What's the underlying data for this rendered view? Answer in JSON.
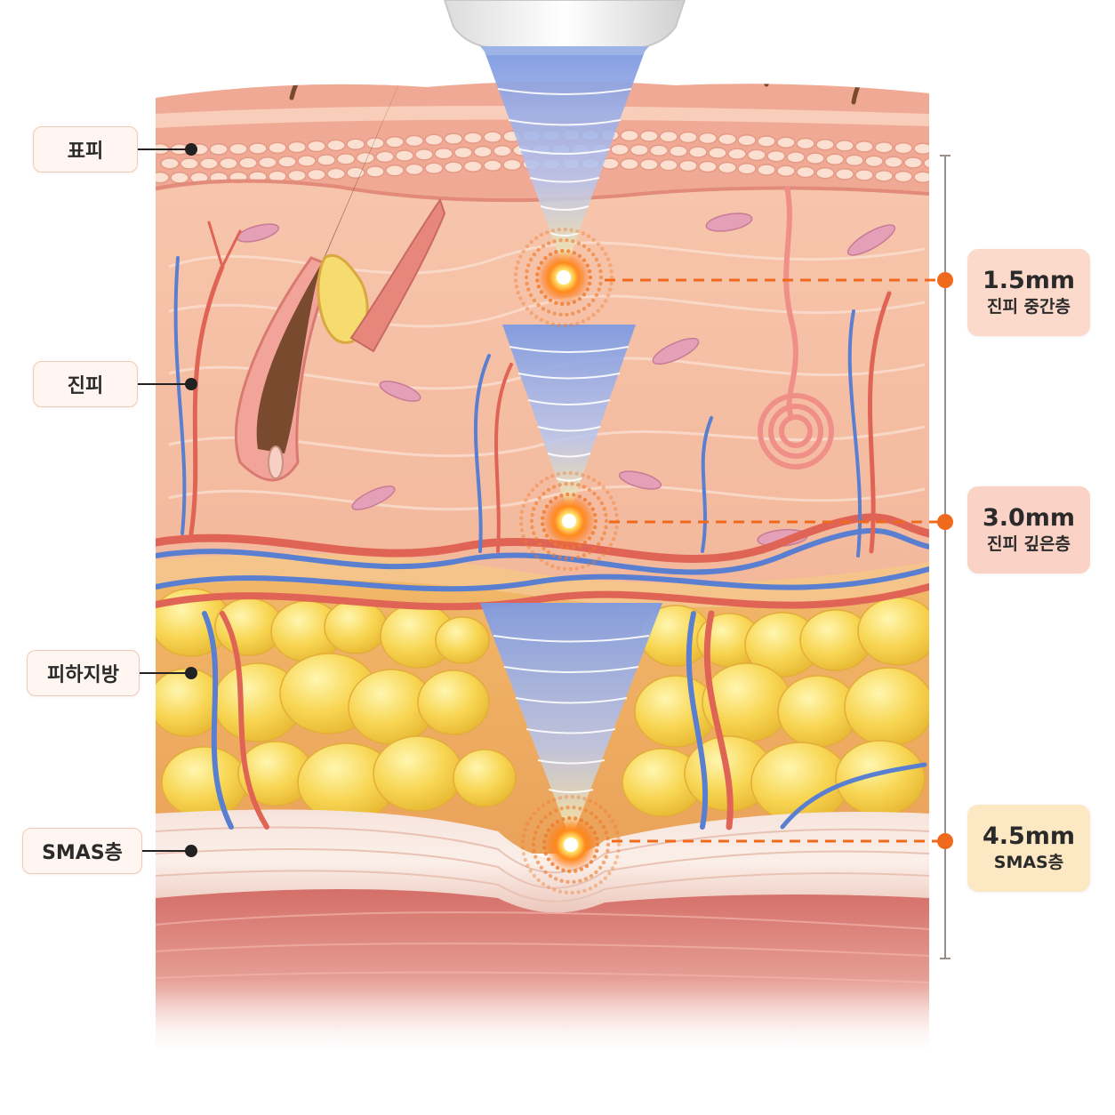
{
  "layers": {
    "epidermis": "표피",
    "dermis": "진피",
    "subcutaneous_fat": "피하지방",
    "smas": "SMAS층"
  },
  "focal_points": [
    {
      "depth": "1.5mm",
      "layer": "진피 중간층"
    },
    {
      "depth": "3.0mm",
      "layer": "진피 깊은층"
    },
    {
      "depth": "4.5mm",
      "layer": "SMAS층"
    }
  ],
  "colors": {
    "skin": "#f6c3a8",
    "fat": "#f7d35a",
    "muscle": "#d87a72",
    "beam": "#8fa8e8",
    "focus": "#ff7a1a",
    "artery": "#e06456",
    "vein": "#5a7fd0"
  }
}
